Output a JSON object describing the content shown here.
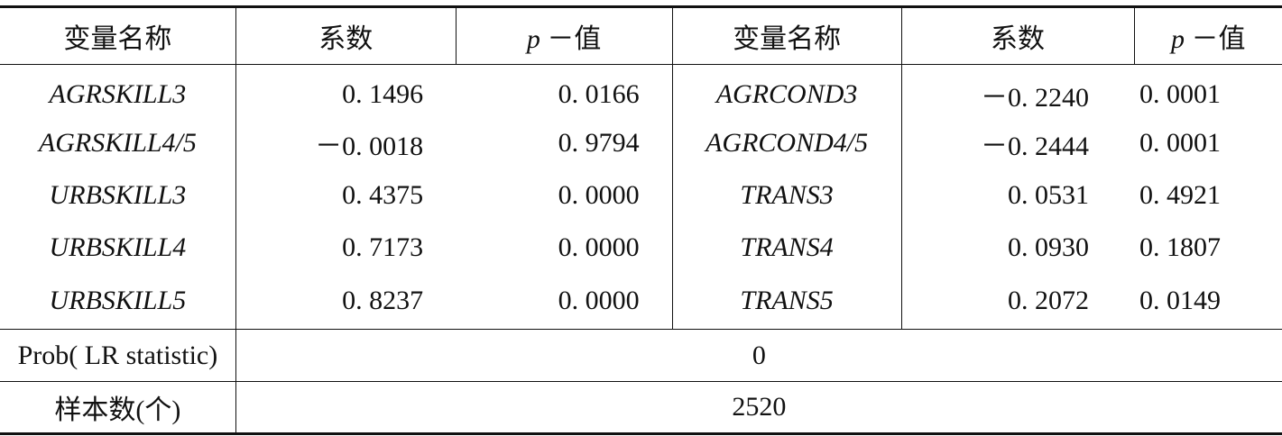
{
  "header": {
    "col1": "变量名称",
    "col2": "系数",
    "col3_p": "p",
    "col3_rest": " －值",
    "col4": "变量名称",
    "col5": "系数",
    "col6_p": "p",
    "col6_rest": " －值"
  },
  "rows": [
    {
      "var1": "AGRSKILL3",
      "coef1": "0. 1496",
      "p1": "0. 0166",
      "var2": "AGRCOND3",
      "coef2": "－0. 2240",
      "p2": "0. 0001"
    },
    {
      "var1": "AGRSKILL4/5",
      "coef1": "－0. 0018",
      "p1": "0. 9794",
      "var2": "AGRCOND4/5",
      "coef2": "－0. 2444",
      "p2": "0. 0001"
    },
    {
      "var1": "URBSKILL3",
      "coef1": "0. 4375",
      "p1": "0. 0000",
      "var2": "TRANS3",
      "coef2": "0. 0531",
      "p2": "0. 4921"
    },
    {
      "var1": "URBSKILL4",
      "coef1": "0. 7173",
      "p1": "0. 0000",
      "var2": "TRANS4",
      "coef2": "0. 0930",
      "p2": "0. 1807"
    },
    {
      "var1": "URBSKILL5",
      "coef1": "0. 8237",
      "p1": "0. 0000",
      "var2": "TRANS5",
      "coef2": "0. 2072",
      "p2": "0. 0149"
    }
  ],
  "summary": [
    {
      "label": "Prob( LR statistic)",
      "value": "0"
    },
    {
      "label": "样本数(个)",
      "value": "2520"
    }
  ]
}
